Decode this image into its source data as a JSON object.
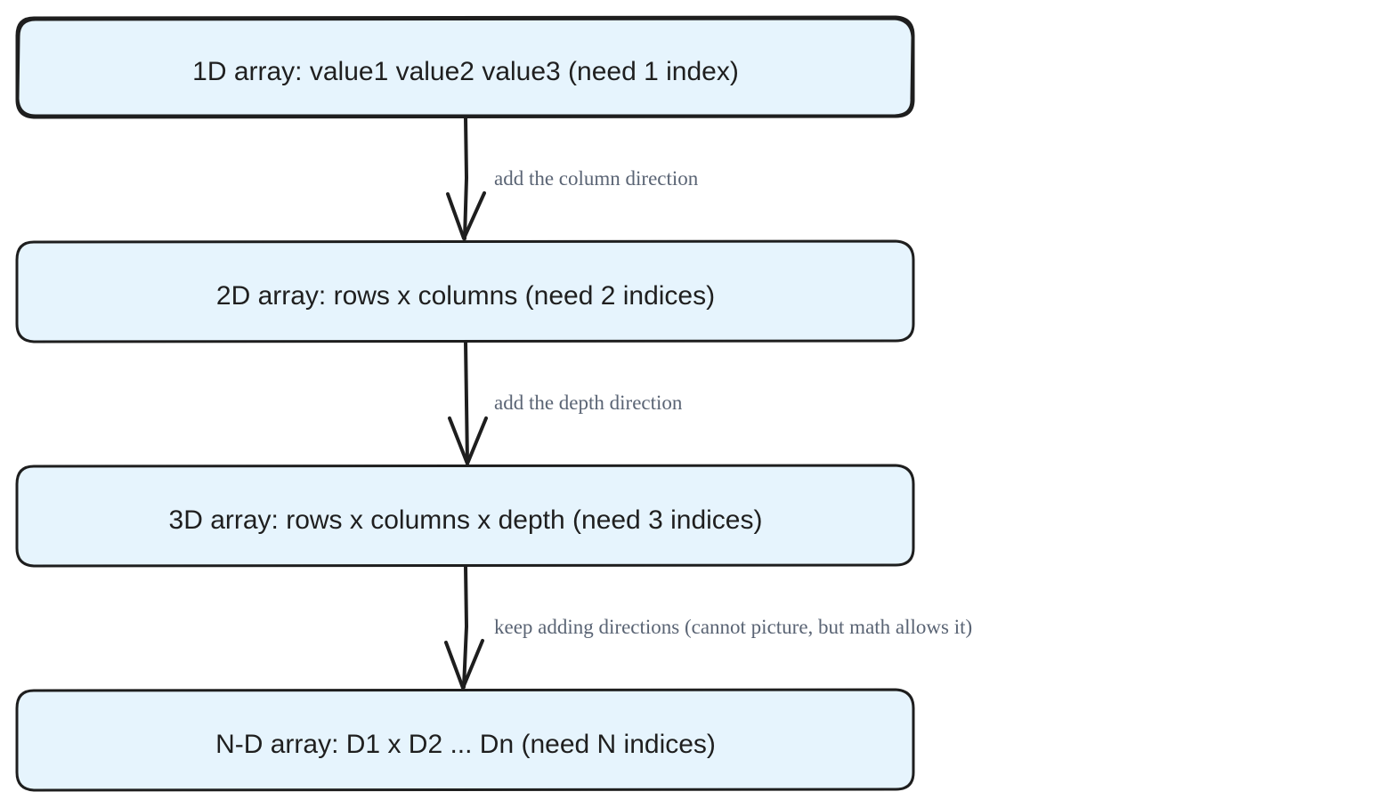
{
  "diagram": {
    "colors": {
      "node_fill": "#e6f4fd",
      "stroke": "#1e1e1e",
      "node_text": "#1f1f1f",
      "edge_text": "#5a6474"
    },
    "nodes": [
      {
        "id": "1d",
        "label": "1D array: value1 value2 value3 (need 1 index)"
      },
      {
        "id": "2d",
        "label": "2D array: rows x columns (need 2 indices)"
      },
      {
        "id": "3d",
        "label": "3D array: rows x columns x depth (need 3 indices)"
      },
      {
        "id": "nd",
        "label": "N-D array: D1 x D2 ... Dn (need N indices)"
      }
    ],
    "edges": [
      {
        "from": "1d",
        "to": "2d",
        "label": "add the column direction"
      },
      {
        "from": "2d",
        "to": "3d",
        "label": "add the depth direction"
      },
      {
        "from": "3d",
        "to": "nd",
        "label": "keep adding directions (cannot picture, but math allows it)"
      }
    ]
  }
}
